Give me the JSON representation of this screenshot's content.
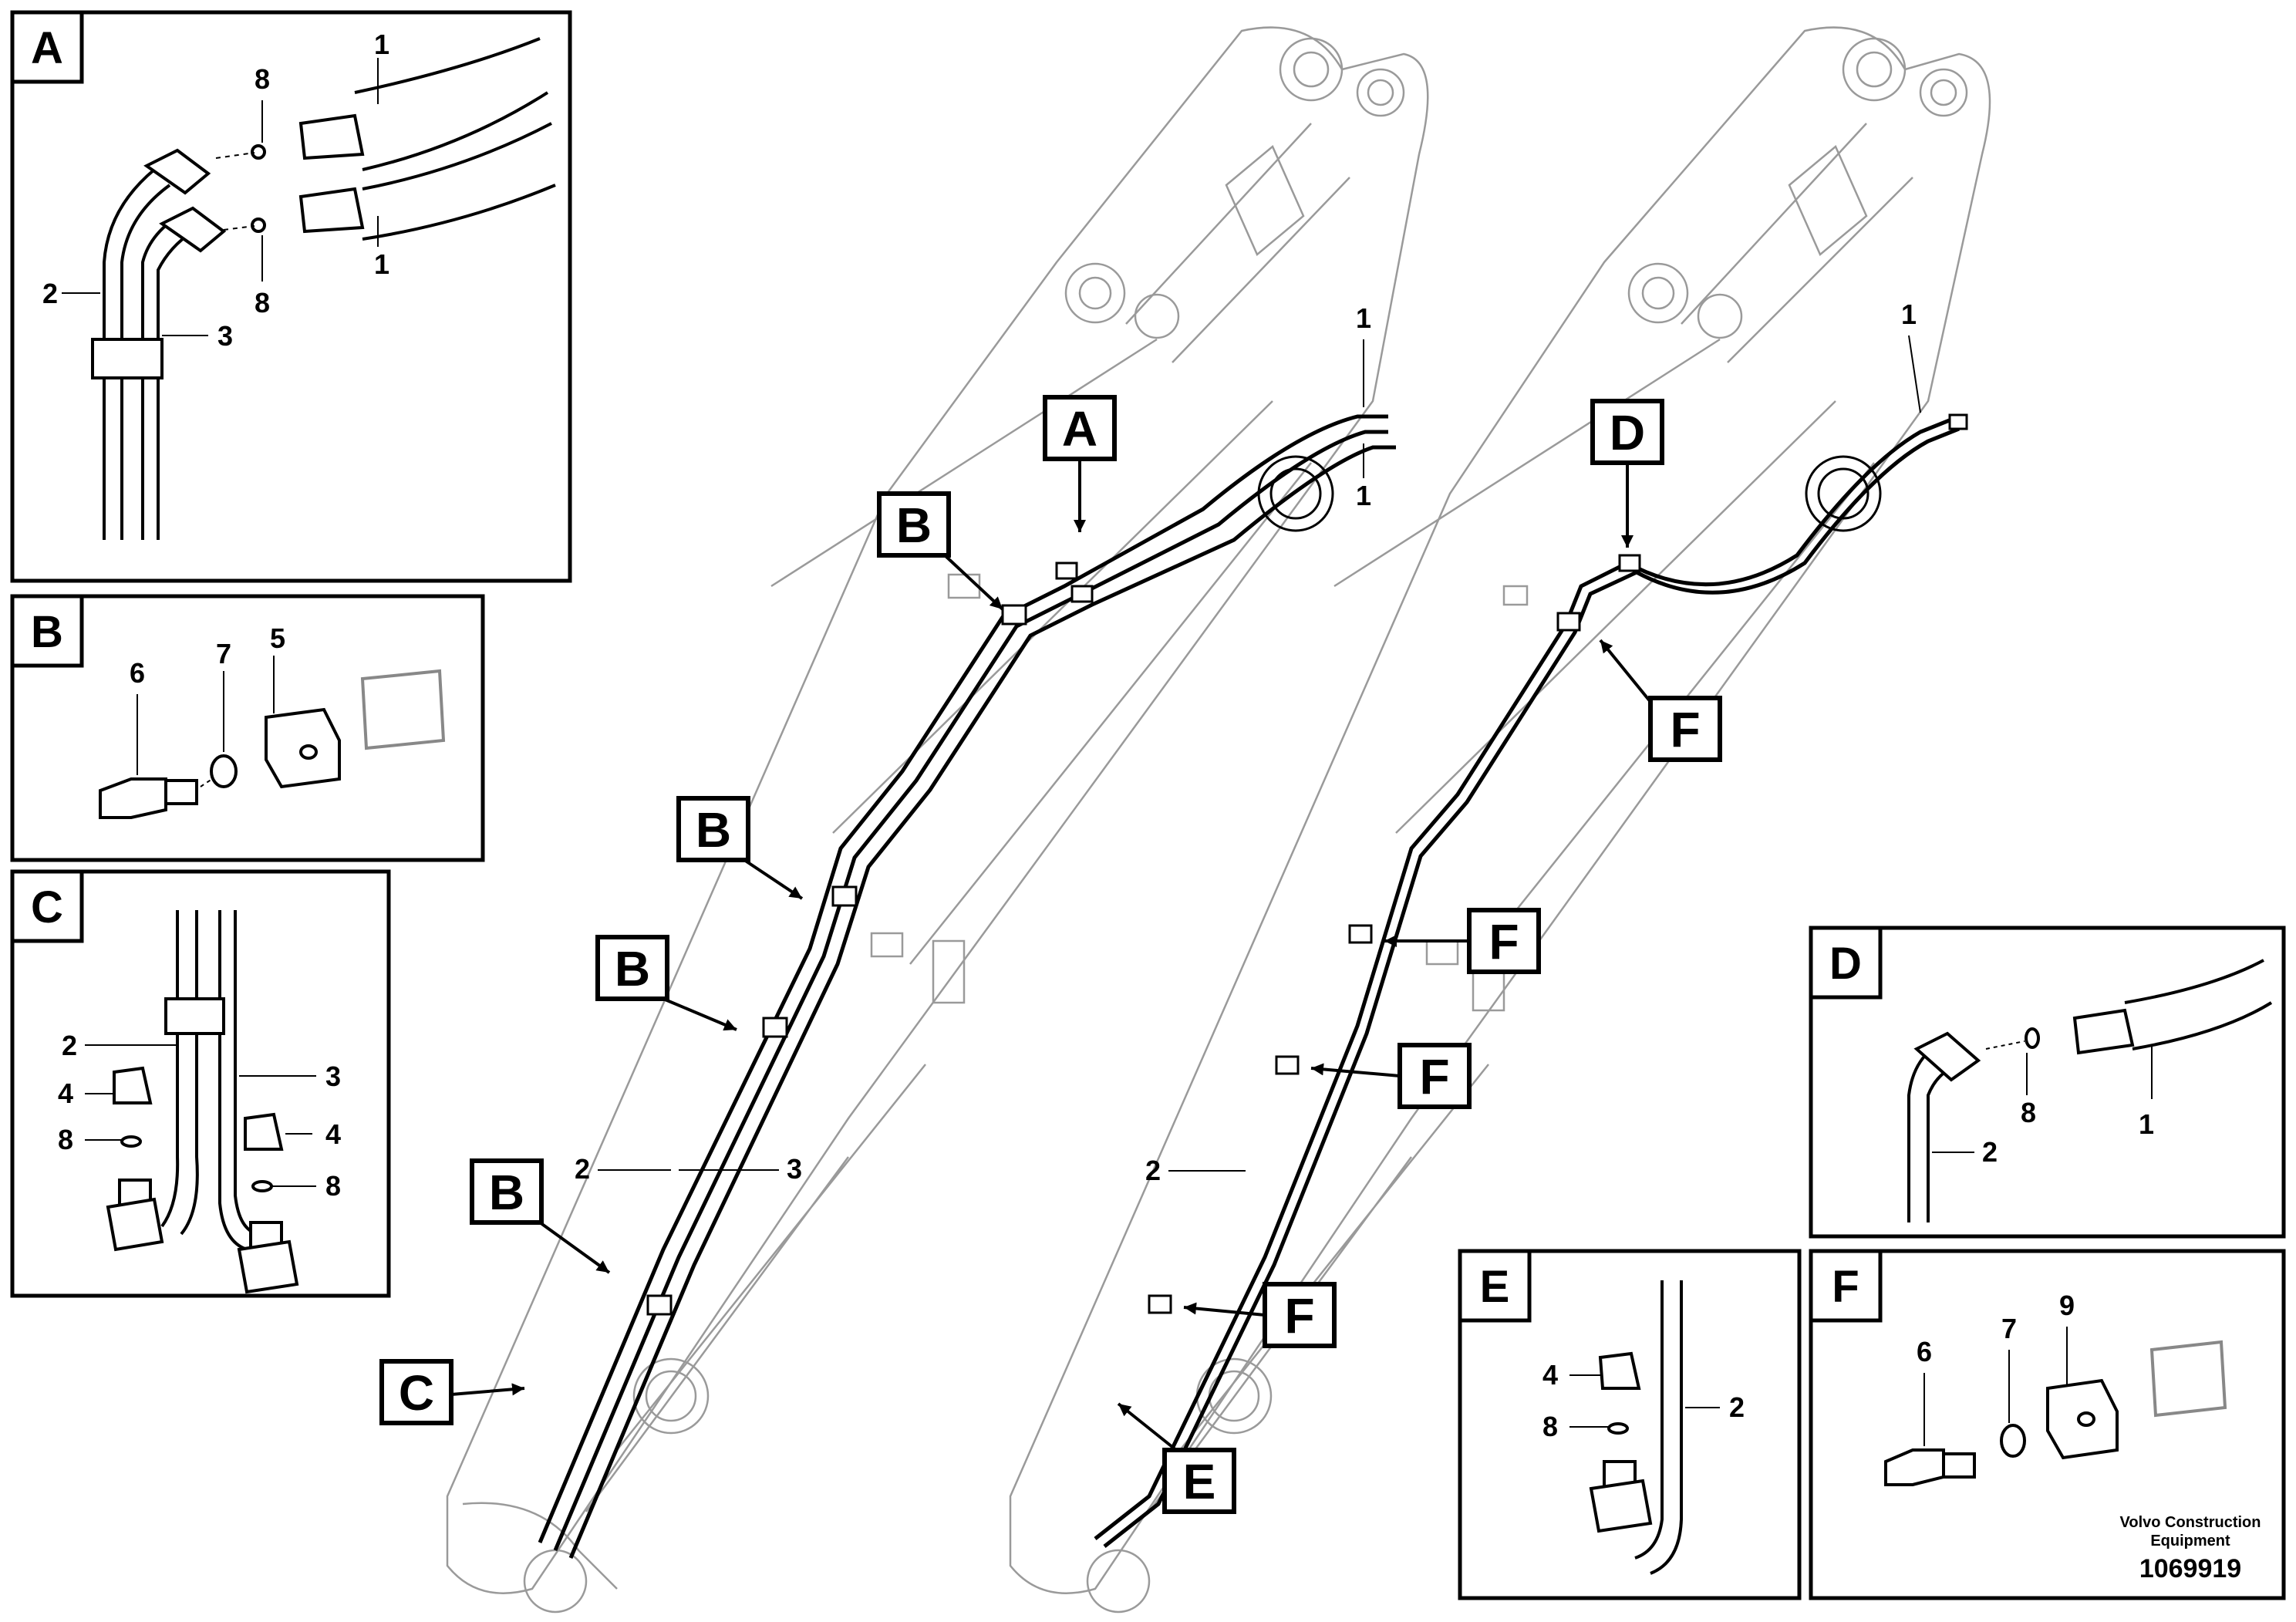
{
  "panels": {
    "A": {
      "letter": "A",
      "labels": {
        "n1a": "1",
        "n1b": "1",
        "n8a": "8",
        "n8b": "8",
        "n2": "2",
        "n3": "3"
      }
    },
    "B": {
      "letter": "B",
      "labels": {
        "n6": "6",
        "n7": "7",
        "n5": "5"
      }
    },
    "C": {
      "letter": "C",
      "labels": {
        "n2": "2",
        "n3": "3",
        "n4a": "4",
        "n4b": "4",
        "n8a": "8",
        "n8b": "8"
      }
    },
    "D": {
      "letter": "D",
      "labels": {
        "n1": "1",
        "n8": "8",
        "n2": "2"
      }
    },
    "E": {
      "letter": "E",
      "labels": {
        "n4": "4",
        "n8": "8",
        "n2": "2"
      }
    },
    "F": {
      "letter": "F",
      "labels": {
        "n6": "6",
        "n7": "7",
        "n9": "9"
      }
    }
  },
  "left_arm": {
    "callouts": {
      "A": "A",
      "B1": "B",
      "B2": "B",
      "B3": "B",
      "B4": "B",
      "C": "C"
    },
    "labels": {
      "n1a": "1",
      "n1b": "1",
      "n2": "2",
      "n3": "3"
    }
  },
  "right_arm": {
    "callouts": {
      "D": "D",
      "F1": "F",
      "F2": "F",
      "F3": "F",
      "F4": "F",
      "E": "E"
    },
    "labels": {
      "n1": "1",
      "n2": "2"
    }
  },
  "footer": {
    "brand_line1": "Volvo Construction",
    "brand_line2": "Equipment",
    "doc_number": "1069919"
  }
}
